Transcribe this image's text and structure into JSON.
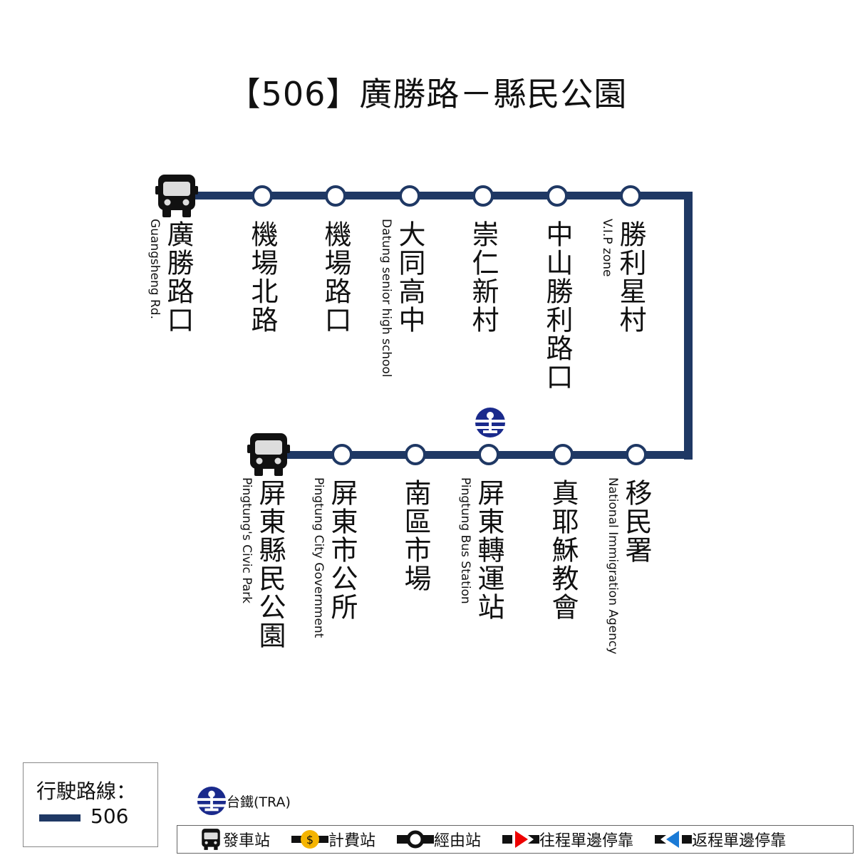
{
  "title": "【506】廣勝路－縣民公園",
  "route_color": "#1f3864",
  "outbound": [
    {
      "zh": "廣勝路口",
      "en": "Guangsheng Rd.",
      "type": "terminal"
    },
    {
      "zh": "機場北路",
      "en": "",
      "type": "stop"
    },
    {
      "zh": "機場路口",
      "en": "",
      "type": "stop"
    },
    {
      "zh": "大同高中",
      "en": "Datung senior high school",
      "type": "stop"
    },
    {
      "zh": "崇仁新村",
      "en": "",
      "type": "stop"
    },
    {
      "zh": "中山勝利路口",
      "en": "",
      "type": "stop"
    },
    {
      "zh": "勝利星村",
      "en": "V.I.P zone",
      "type": "stop"
    }
  ],
  "return": [
    {
      "zh": "移民署",
      "en": "National Immigration Agency",
      "type": "stop"
    },
    {
      "zh": "真耶穌教會",
      "en": "",
      "type": "stop"
    },
    {
      "zh": "屏東轉運站",
      "en": "Pingtung Bus Station",
      "type": "stop",
      "transfer": "TRA"
    },
    {
      "zh": "南區市場",
      "en": "",
      "type": "stop"
    },
    {
      "zh": "屏東市公所",
      "en": "Pingtung City Government",
      "type": "stop"
    },
    {
      "zh": "屏東縣民公園",
      "en": "Pingtung's Civic Park",
      "type": "terminal"
    }
  ],
  "legend": {
    "route_label": "行駛路線：",
    "route_number": "506",
    "tra": "台鐵(TRA)",
    "terminal": "發車站",
    "fare": "計費站",
    "via": "經由站",
    "outbound_one_side": "往程單邊停靠",
    "return_one_side": "返程單邊停靠"
  }
}
